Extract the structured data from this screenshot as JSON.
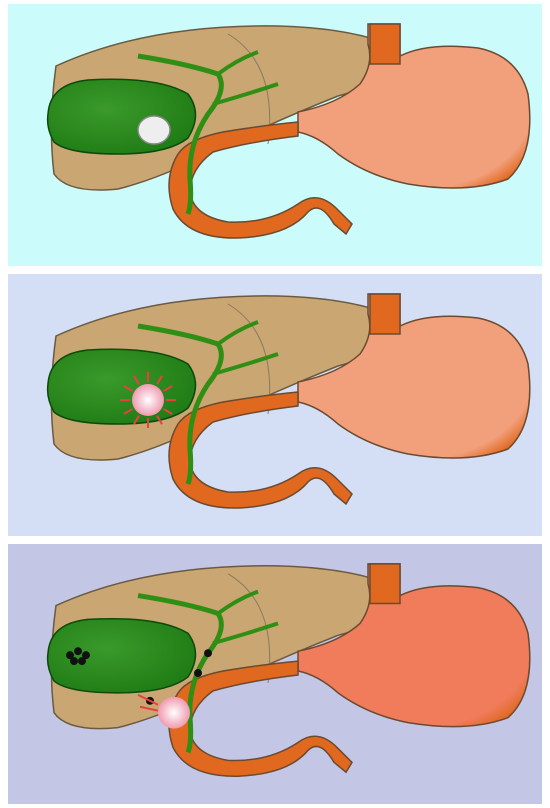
{
  "panels": [
    {
      "id": "panel-1",
      "background": "#ccfbfb",
      "stomach_color": "#f2a07c",
      "gallbladder_state": "single-stone"
    },
    {
      "id": "panel-2",
      "background": "#d4dff5",
      "stomach_color": "#f2a07c",
      "gallbladder_state": "inflamed-obstruction"
    },
    {
      "id": "panel-3",
      "background": "#c4c6e6",
      "stomach_color": "#f07c5c",
      "gallbladder_state": "multiple-stones-duct-obstruction"
    }
  ],
  "colors": {
    "liver": "#c9a672",
    "gallbladder": "#1e7a14",
    "duct": "#2f8f14",
    "intestine": "#e0681f",
    "stone": "#eeeeee",
    "dark_stone": "#111111",
    "inflammation": "#e84040"
  }
}
